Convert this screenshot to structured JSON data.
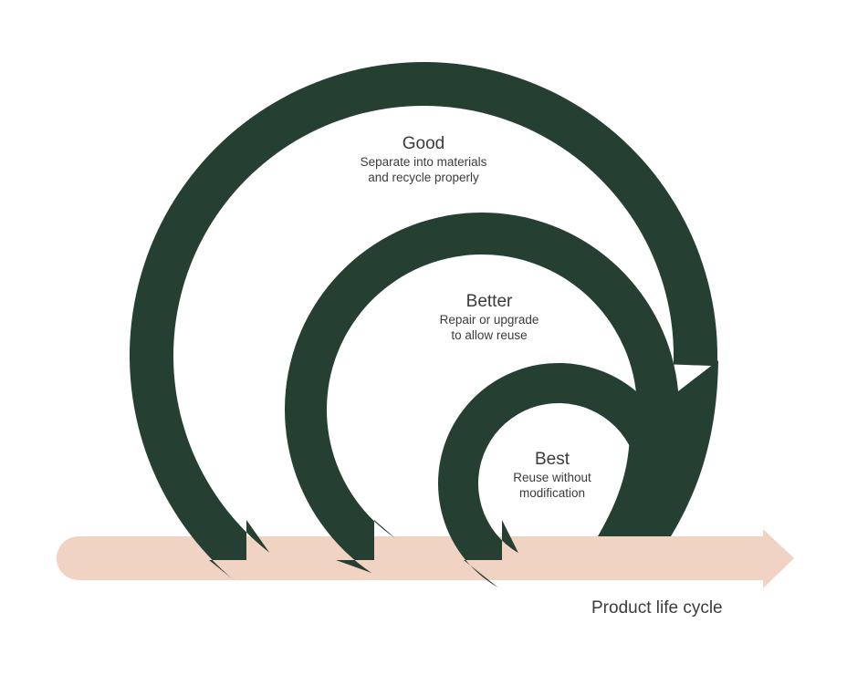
{
  "colors": {
    "arrow_fill": "#263f33",
    "bar_fill": "#f0d3c3",
    "text": "#3b3b3b",
    "background": "#ffffff"
  },
  "loops": [
    {
      "level": "Good",
      "description": "Separate into materials\nand recycle properly"
    },
    {
      "level": "Better",
      "description": "Repair or upgrade\nto allow reuse"
    },
    {
      "level": "Best",
      "description": "Reuse without\nmodification"
    }
  ],
  "axis": {
    "label": "Product life cycle"
  }
}
